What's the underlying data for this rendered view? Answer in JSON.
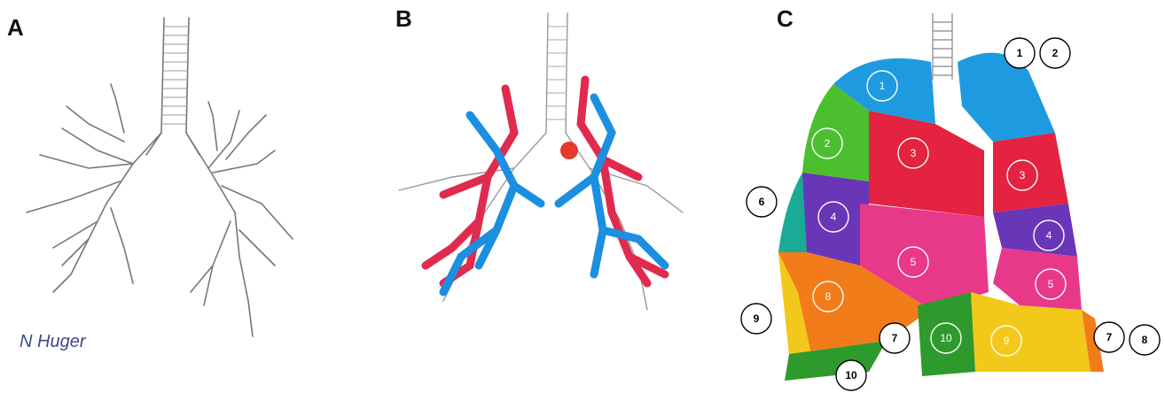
{
  "panels": {
    "a": {
      "letter": "A",
      "signature": "N Huger"
    },
    "b": {
      "letter": "B"
    },
    "c": {
      "letter": "C",
      "outer_labels": [
        "1",
        "2",
        "6",
        "9",
        "7",
        "10",
        "7",
        "8"
      ],
      "segments": [
        {
          "label": "1",
          "color": "#1e9be0"
        },
        {
          "label": "2",
          "color": "#4cbf2e"
        },
        {
          "label": "3",
          "color": "#e3233f"
        },
        {
          "label": "4",
          "color": "#6a36b8"
        },
        {
          "label": "5",
          "color": "#e8388a"
        },
        {
          "label": "6",
          "color": "#1aaa96"
        },
        {
          "label": "8",
          "color": "#f27b1a"
        },
        {
          "label": "9",
          "color": "#f2c91a"
        },
        {
          "label": "10",
          "color": "#2e9a2e"
        },
        {
          "label": "1",
          "color": "#1e9be0"
        },
        {
          "label": "3",
          "color": "#e3233f"
        },
        {
          "label": "4",
          "color": "#6a36b8"
        },
        {
          "label": "5",
          "color": "#e8388a"
        },
        {
          "label": "10",
          "color": "#2e9a2e"
        },
        {
          "label": "9",
          "color": "#f2c91a"
        }
      ]
    }
  },
  "colors": {
    "artery": "#e02a4e",
    "vein": "#1c8fe0",
    "airway": "#555555"
  }
}
